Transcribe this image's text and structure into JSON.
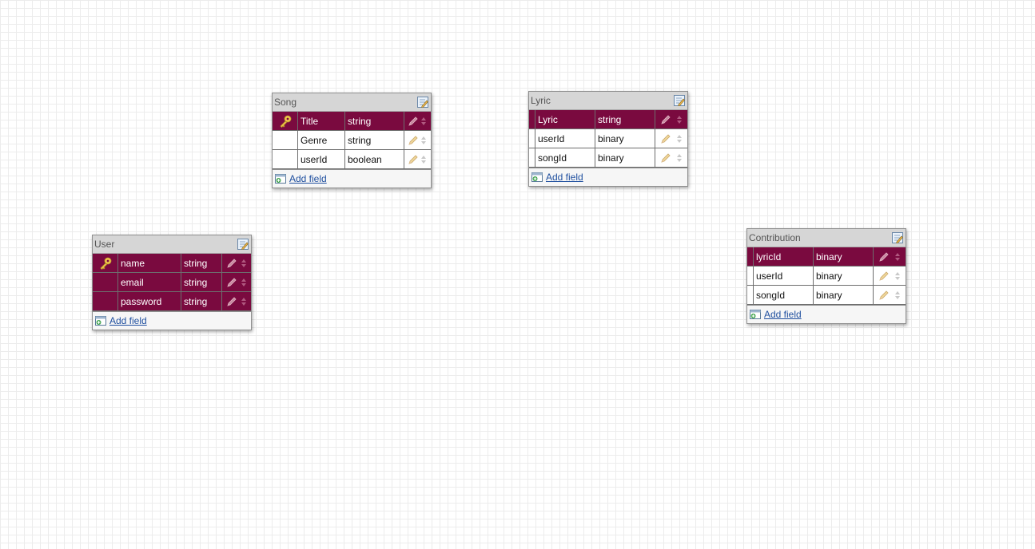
{
  "add_field_label": "Add field",
  "colors": {
    "pk_row": "#7a0a3f",
    "header": "#d6d6d6",
    "link": "#1f4f9f",
    "grid": "#ececec"
  },
  "tables": {
    "song": {
      "name": "Song",
      "fields": [
        {
          "name": "Title",
          "type": "string",
          "key": true
        },
        {
          "name": "Genre",
          "type": "string",
          "key": false
        },
        {
          "name": "userId",
          "type": "boolean",
          "key": false
        }
      ]
    },
    "lyric": {
      "name": "Lyric",
      "fields": [
        {
          "name": "Lyric",
          "type": "string",
          "key": false
        },
        {
          "name": "userId",
          "type": "binary",
          "key": false
        },
        {
          "name": "songId",
          "type": "binary",
          "key": false
        }
      ]
    },
    "user": {
      "name": "User",
      "fields": [
        {
          "name": "name",
          "type": "string",
          "key": true
        },
        {
          "name": "email",
          "type": "string",
          "key": false
        },
        {
          "name": "password",
          "type": "string",
          "key": false
        }
      ]
    },
    "contribution": {
      "name": "Contribution",
      "fields": [
        {
          "name": "lyricId",
          "type": "binary",
          "key": false
        },
        {
          "name": "userId",
          "type": "binary",
          "key": false
        },
        {
          "name": "songId",
          "type": "binary",
          "key": false
        }
      ]
    }
  }
}
